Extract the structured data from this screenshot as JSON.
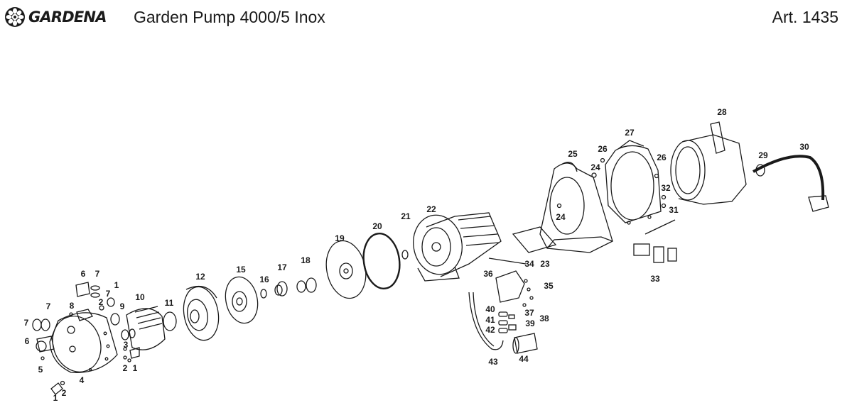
{
  "header": {
    "brand": "GARDENA",
    "title": "Garden Pump 4000/5 Inox",
    "article": "Art. 1435"
  },
  "colors": {
    "ink": "#1a1a1a",
    "background": "#ffffff"
  },
  "icons": {
    "logo": "gardena-flower-logo-icon"
  },
  "parts": {
    "callouts": [
      "1",
      "1",
      "1",
      "2",
      "2",
      "2",
      "3",
      "4",
      "5",
      "6",
      "6",
      "7",
      "7",
      "7",
      "7",
      "8",
      "9",
      "10",
      "11",
      "12",
      "15",
      "16",
      "17",
      "18",
      "19",
      "20",
      "21",
      "22",
      "23",
      "24",
      "24",
      "25",
      "26",
      "26",
      "27",
      "28",
      "29",
      "30",
      "31",
      "32",
      "33",
      "34",
      "35",
      "36",
      "37",
      "38",
      "39",
      "40",
      "41",
      "42",
      "43",
      "44"
    ]
  }
}
